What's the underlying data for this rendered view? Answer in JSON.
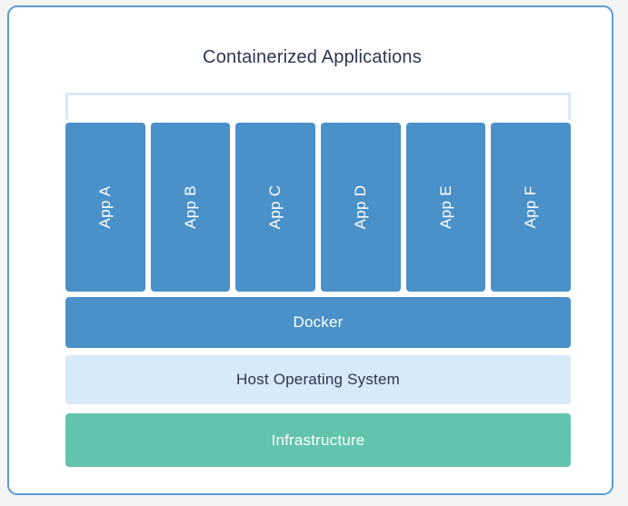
{
  "diagram": {
    "title": "Containerized Applications",
    "colors": {
      "card_border": "#5b9bd5",
      "app_blue": "#4a90c9",
      "bracket_light_blue": "#d8e9f8",
      "host_os_blue": "#d8e9f8",
      "infrastructure_green": "#62c4ae",
      "title_text": "#2e3650",
      "page_background": "#f4f4f4"
    },
    "apps": [
      {
        "label": "App A"
      },
      {
        "label": "App B"
      },
      {
        "label": "App C"
      },
      {
        "label": "App D"
      },
      {
        "label": "App E"
      },
      {
        "label": "App F"
      }
    ],
    "layers": [
      {
        "label": "Docker"
      },
      {
        "label": "Host Operating System"
      },
      {
        "label": "Infrastructure"
      }
    ]
  }
}
